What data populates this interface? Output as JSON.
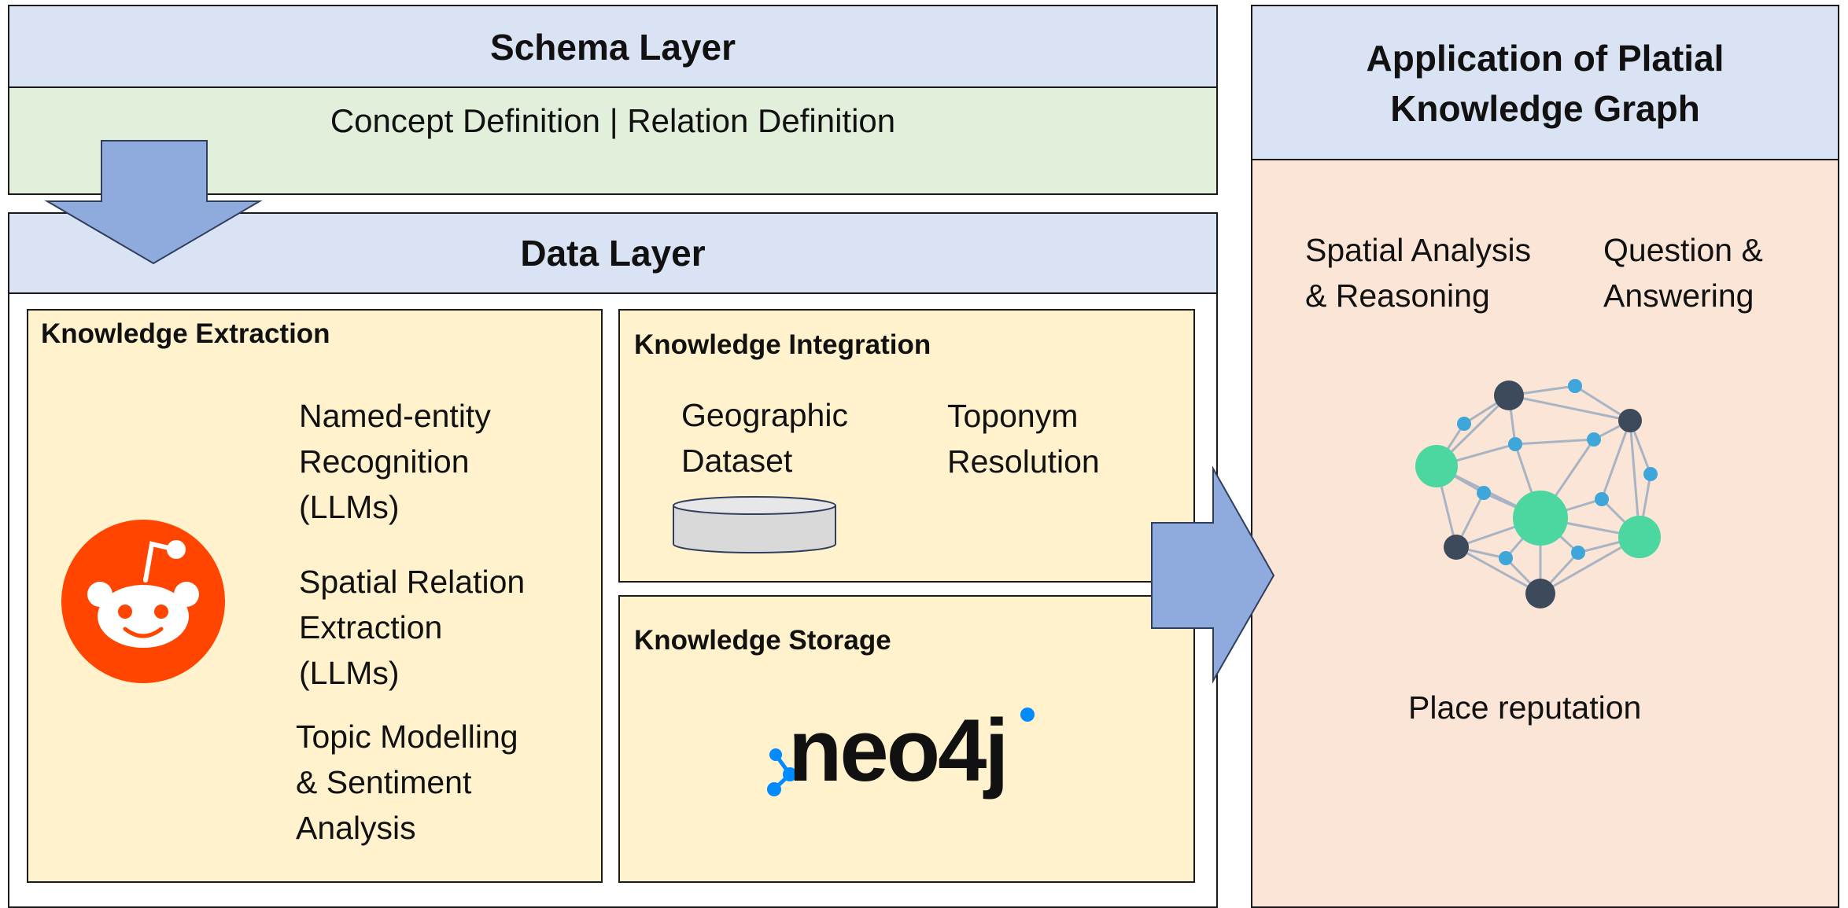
{
  "schema_layer": {
    "title": "Schema Layer",
    "definitions": "Concept Definition | Relation Definition"
  },
  "data_layer": {
    "title": "Data Layer",
    "knowledge_extraction": {
      "title": "Knowledge Extraction",
      "items": [
        "Named-entity\nRecognition\n(LLMs)",
        "Spatial Relation\nExtraction\n(LLMs)",
        "Topic Modelling\n& Sentiment\nAnalysis"
      ],
      "logo": "reddit-logo"
    },
    "knowledge_integration": {
      "title": "Knowledge Integration",
      "dataset_label": "Geographic\nDataset",
      "toponym_label": "Toponym\nResolution"
    },
    "knowledge_storage": {
      "title": "Knowledge Storage",
      "logo_text": "neo4j"
    }
  },
  "application": {
    "title": "Application of Platial\nKnowledge Graph",
    "items": [
      "Spatial Analysis\n& Reasoning",
      "Question &\nAnswering",
      "Place reputation"
    ],
    "graph_icon": "network-graph-icon"
  },
  "colors": {
    "header_blue": "#dae3f3",
    "schema_green": "#e2efda",
    "module_yellow": "#fff2cc",
    "application_salmon": "#fbe5d6",
    "arrow_blue": "#8faadc",
    "reddit_orange": "#ff4500",
    "neo4j_blue": "#018bff",
    "node_dark": "#3c4a5c",
    "node_green": "#4cd6a0",
    "node_light_blue": "#3ea6d8"
  }
}
